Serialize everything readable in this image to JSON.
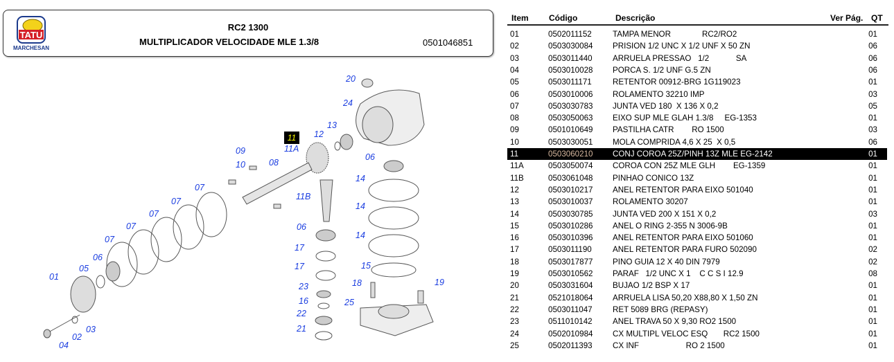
{
  "header": {
    "logo_text": "TATU",
    "logo_subtext": "MARCHESAN",
    "model": "RC2 1300",
    "title": "MULTIPLICADOR VELOCIDADE MLE 1.3/8",
    "code": "0501046851"
  },
  "table": {
    "columns": [
      "Item",
      "Código",
      "Descrição",
      "Ver Pág.",
      "QT"
    ],
    "selected_item": "11",
    "rows": [
      {
        "item": "01",
        "code": "0502011152",
        "desc": "TAMPA MENOR              RC2/RO2",
        "qt": "01"
      },
      {
        "item": "02",
        "code": "0503030084",
        "desc": "PRISION 1/2 UNC X 1/2 UNF X 50 ZN",
        "qt": "06"
      },
      {
        "item": "03",
        "code": "0503011440",
        "desc": "ARRUELA PRESSAO   1/2            SA",
        "qt": "06"
      },
      {
        "item": "04",
        "code": "0503010028",
        "desc": "PORCA S. 1/2 UNF G.5 ZN",
        "qt": "06"
      },
      {
        "item": "05",
        "code": "0503011171",
        "desc": "RETENTOR 00912-BRG 1G119023",
        "qt": "01"
      },
      {
        "item": "06",
        "code": "0503010006",
        "desc": "ROLAMENTO 32210 IMP",
        "qt": "03"
      },
      {
        "item": "07",
        "code": "0503030783",
        "desc": "JUNTA VED 180  X 136 X 0,2",
        "qt": "05"
      },
      {
        "item": "08",
        "code": "0503050063",
        "desc": "EIXO SUP MLE GLAH 1.3/8     EG-1353",
        "qt": "01"
      },
      {
        "item": "09",
        "code": "0501010649",
        "desc": "PASTILHA CATR        RO 1500",
        "qt": "03"
      },
      {
        "item": "10",
        "code": "0503030051",
        "desc": "MOLA COMPRIDA 4,6 X 25  X 0,5",
        "qt": "06"
      },
      {
        "item": "11",
        "code": "0503060210",
        "desc": "CONJ COROA 25Z/PINH 13Z MLE EG-2142",
        "qt": "01"
      },
      {
        "item": "11A",
        "code": "0503050074",
        "desc": "COROA CON 25Z MLE GLH        EG-1359",
        "qt": "01"
      },
      {
        "item": "11B",
        "code": "0503061048",
        "desc": "PINHAO CONICO 13Z",
        "qt": "01"
      },
      {
        "item": "12",
        "code": "0503010217",
        "desc": "ANEL RETENTOR PARA EIXO 501040",
        "qt": "01"
      },
      {
        "item": "13",
        "code": "0503010037",
        "desc": "ROLAMENTO 30207",
        "qt": "01"
      },
      {
        "item": "14",
        "code": "0503030785",
        "desc": "JUNTA VED 200 X 151 X 0,2",
        "qt": "03"
      },
      {
        "item": "15",
        "code": "0503010286",
        "desc": "ANEL O RING 2-355 N 3006-9B",
        "qt": "01"
      },
      {
        "item": "16",
        "code": "0503010396",
        "desc": "ANEL RETENTOR PARA EIXO 501060",
        "qt": "01"
      },
      {
        "item": "17",
        "code": "0503011190",
        "desc": "ANEL RETENTOR PARA FURO 502090",
        "qt": "02"
      },
      {
        "item": "18",
        "code": "0503017877",
        "desc": "PINO GUIA 12 X 40 DIN 7979",
        "qt": "02"
      },
      {
        "item": "19",
        "code": "0503010562",
        "desc": "PARAF   1/2 UNC X 1    C C S I 12.9",
        "qt": "08"
      },
      {
        "item": "20",
        "code": "0503031604",
        "desc": "BUJAO 1/2 BSP X 17",
        "qt": "01"
      },
      {
        "item": "21",
        "code": "0521018064",
        "desc": "ARRUELA LISA 50,20 X88,80 X 1,50 ZN",
        "qt": "01"
      },
      {
        "item": "22",
        "code": "0503011047",
        "desc": "RET 5089 BRG (REPASY)",
        "qt": "01"
      },
      {
        "item": "23",
        "code": "0511010142",
        "desc": "ANEL TRAVA 50 X 9,30 RO2 1500",
        "qt": "01"
      },
      {
        "item": "24",
        "code": "0502010984",
        "desc": "CX MULTIPL VELOC ESQ       RC2 1500",
        "qt": "01"
      },
      {
        "item": "25",
        "code": "0502011393",
        "desc": "CX INF                     RO 2 1500",
        "qt": "01"
      }
    ]
  },
  "diagram": {
    "callout_color": "#1a3de0",
    "highlight_callout": "11",
    "callouts": [
      "20",
      "24",
      "13",
      "12",
      "11A",
      "09",
      "10",
      "08",
      "07",
      "07",
      "07",
      "07",
      "07",
      "06",
      "05",
      "01",
      "03",
      "02",
      "04",
      "11B",
      "06",
      "17",
      "17",
      "23",
      "16",
      "22",
      "21",
      "06",
      "14",
      "14",
      "14",
      "15",
      "18",
      "25",
      "19"
    ]
  }
}
